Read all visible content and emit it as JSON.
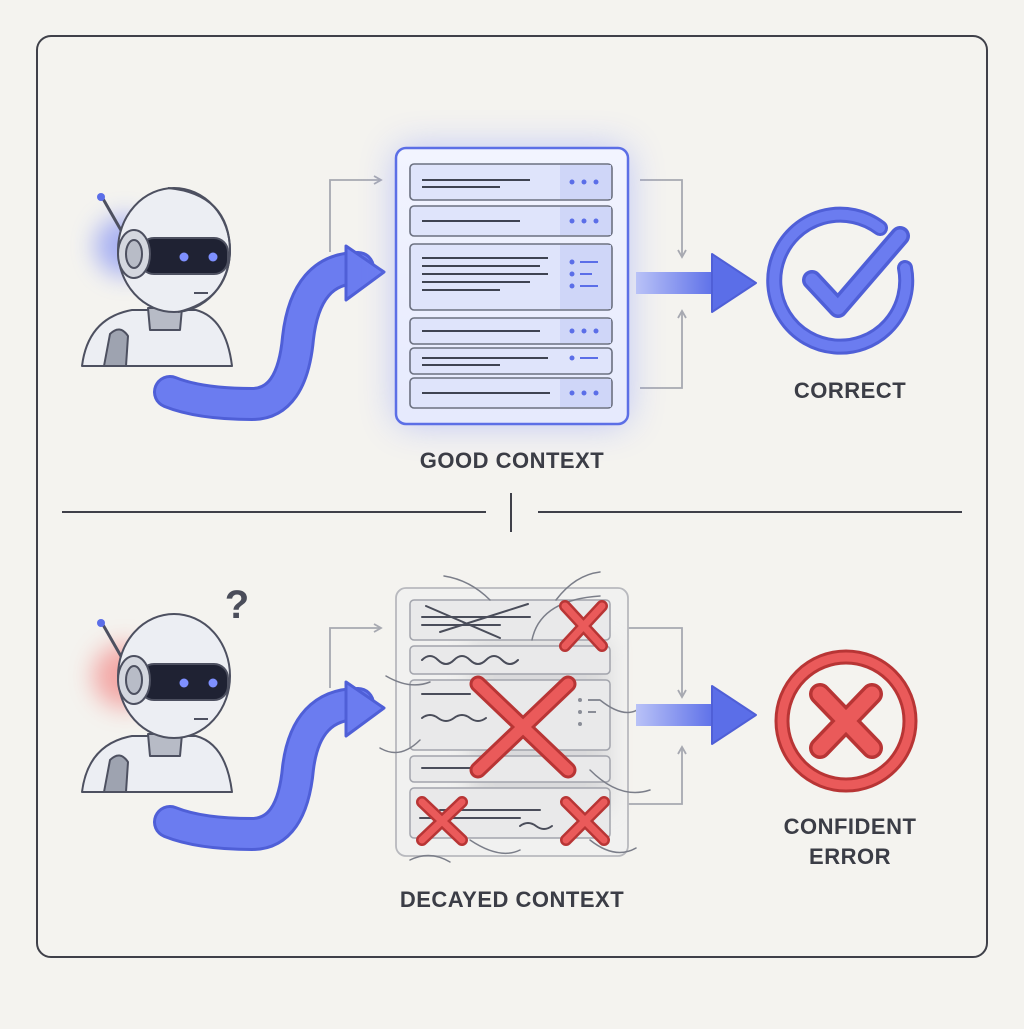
{
  "top_panel": {
    "context_label": "GOOD CONTEXT",
    "outcome_label": "CORRECT",
    "outcome_icon": "checkmark-circle-icon",
    "robot_glow_color": "#6b7cf5",
    "accent_color": "#5b6ee8"
  },
  "bottom_panel": {
    "context_label": "DECAYED CONTEXT",
    "outcome_label_line1": "CONFIDENT",
    "outcome_label_line2": "ERROR",
    "outcome_icon": "x-circle-icon",
    "robot_question": "?",
    "robot_glow_color": "#f26b6b",
    "error_color": "#e85555"
  }
}
